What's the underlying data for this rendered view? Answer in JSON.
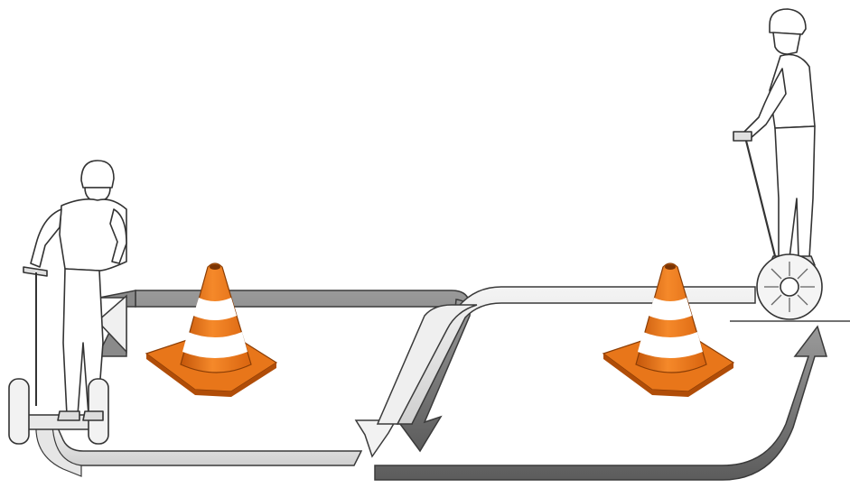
{
  "scene": {
    "background_color": "#ffffff",
    "path_colors": {
      "light_path_fill": "#e8e8e8",
      "dark_path_fill": "#7a7a7a",
      "path_outline": "#3a3a3a"
    },
    "cone_colors": {
      "body": "#f07d1a",
      "body_shade": "#c4560a",
      "stripe": "#ffffff",
      "base": "#e8761a",
      "base_shade": "#b04d08"
    },
    "figures": [
      {
        "name": "left-segway-rider",
        "icon": "segway-rider-back-view"
      },
      {
        "name": "right-segway-rider",
        "icon": "segway-rider-side-view"
      }
    ],
    "cones": [
      {
        "name": "left-traffic-cone",
        "icon": "traffic-cone-icon"
      },
      {
        "name": "right-traffic-cone",
        "icon": "traffic-cone-icon"
      }
    ]
  }
}
